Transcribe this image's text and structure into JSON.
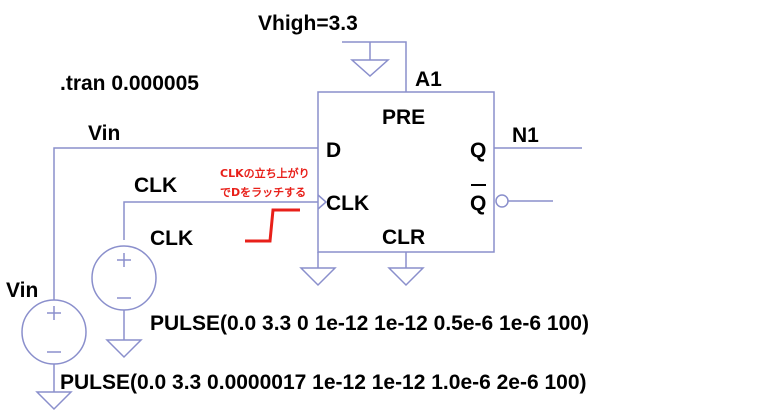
{
  "directives": {
    "vhigh": "Vhigh=3.3",
    "tran": ".tran 0.000005"
  },
  "flipflop": {
    "name": "A1",
    "pins": {
      "pre": "PRE",
      "d": "D",
      "clk": "CLK",
      "clr": "CLR",
      "q": "Q",
      "qbar": "Q"
    }
  },
  "nets": {
    "vin": "Vin",
    "clk": "CLK",
    "n1": "N1"
  },
  "sources": {
    "clk": {
      "name": "CLK",
      "value": "PULSE(0.0 3.3 0 1e-12 1e-12 0.5e-6 1e-6 100)"
    },
    "vin": {
      "name": "Vin",
      "value": "PULSE(0.0 3.3 0.0000017 1e-12 1e-12 1.0e-6 2e-6 100)"
    }
  },
  "annotation": {
    "line1": "CLKの立ち上がり",
    "line2": "でDをラッチする"
  },
  "colors": {
    "wire": "#8a8fcc",
    "annotation": "#e8201a",
    "text": "#000000"
  }
}
